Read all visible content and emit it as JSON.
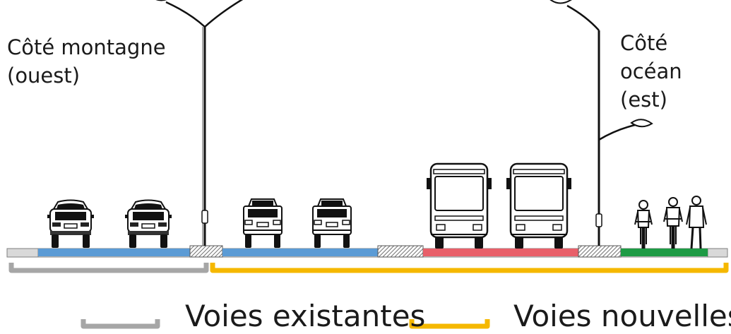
{
  "labels": {
    "west": {
      "line1": "Côté montagne",
      "line2": "(ouest)"
    },
    "east": {
      "line1": "Côté océan",
      "line2": "(est)"
    }
  },
  "legend": {
    "existing": {
      "text": "Voies existantes",
      "color": "#a6a6a6"
    },
    "new": {
      "text": "Voies nouvelles",
      "color": "#f5b800"
    }
  },
  "colors": {
    "car_lane": "#5b9bd5",
    "bus_lane": "#e8606a",
    "bike_lane": "#1e9b45",
    "median_hatch": "#777777",
    "sidewalk": "#dcdcdc"
  },
  "icons": [
    "street-light-icon",
    "car-icon",
    "bus-icon",
    "cyclist-icon",
    "pedestrian-icon"
  ]
}
